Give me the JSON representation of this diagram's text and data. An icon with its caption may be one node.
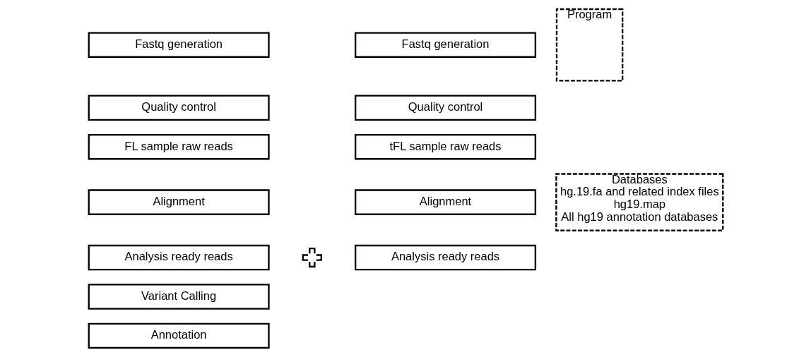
{
  "diagram": {
    "nodes": [
      {
        "text": [
          "Fastq generation"
        ]
      },
      {
        "text": [
          "Fastq generation"
        ]
      },
      {
        "text": [
          "Quality control"
        ]
      },
      {
        "text": [
          "Quality control"
        ]
      },
      {
        "text": [
          "FL sample raw reads"
        ]
      },
      {
        "text": [
          "tFL sample raw reads"
        ]
      },
      {
        "text": [
          "Alignment"
        ]
      },
      {
        "text": [
          "Alignment"
        ]
      },
      {
        "text": [
          "Analysis ready reads"
        ]
      },
      {
        "text": [],
        "shape": "plus"
      },
      {
        "text": [
          "Analysis ready reads"
        ]
      },
      {
        "text": [
          "Variant Calling"
        ]
      },
      {
        "text": [
          "Annotation"
        ]
      },
      {
        "text": [
          "Program"
        ]
      },
      {
        "text": [
          "Databases",
          "hg.19.fa and related index files",
          "hg19.map",
          "All hg19 annotation databases"
        ]
      }
    ]
  }
}
